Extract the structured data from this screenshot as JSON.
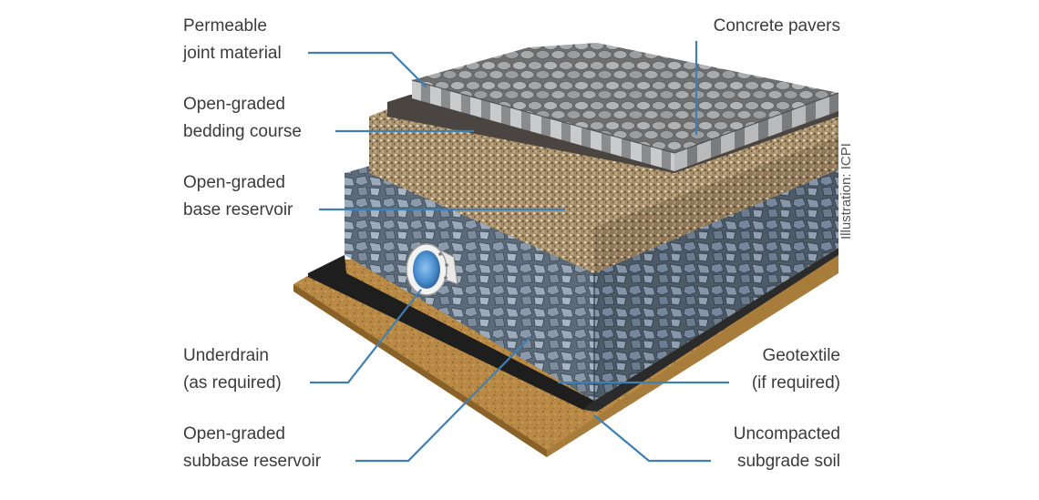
{
  "labels": {
    "joint_material": [
      "Permeable",
      "joint material"
    ],
    "concrete_pavers": [
      "Concrete pavers"
    ],
    "bedding_course": [
      "Open-graded",
      "bedding course"
    ],
    "base_reservoir": [
      "Open-graded",
      "base reservoir"
    ],
    "underdrain": [
      "Underdrain",
      "(as required)"
    ],
    "geotextile": [
      "Geotextile",
      "(if required)"
    ],
    "subbase_reservoir": [
      "Open-graded",
      "subbase reservoir"
    ],
    "subgrade_soil": [
      "Uncompacted",
      "subgrade soil"
    ]
  },
  "credit": "Illustration: ICPI",
  "colors": {
    "leader": "#3f7fb3",
    "label_text": "#3b3b3b",
    "paver": "#9fa0a2",
    "soil": "#b88a45",
    "geotextile": "#1e1e1e",
    "stone": "#6d7e8e",
    "bedding": "#b49a72",
    "pipe_interior": "#4a8fd0"
  }
}
